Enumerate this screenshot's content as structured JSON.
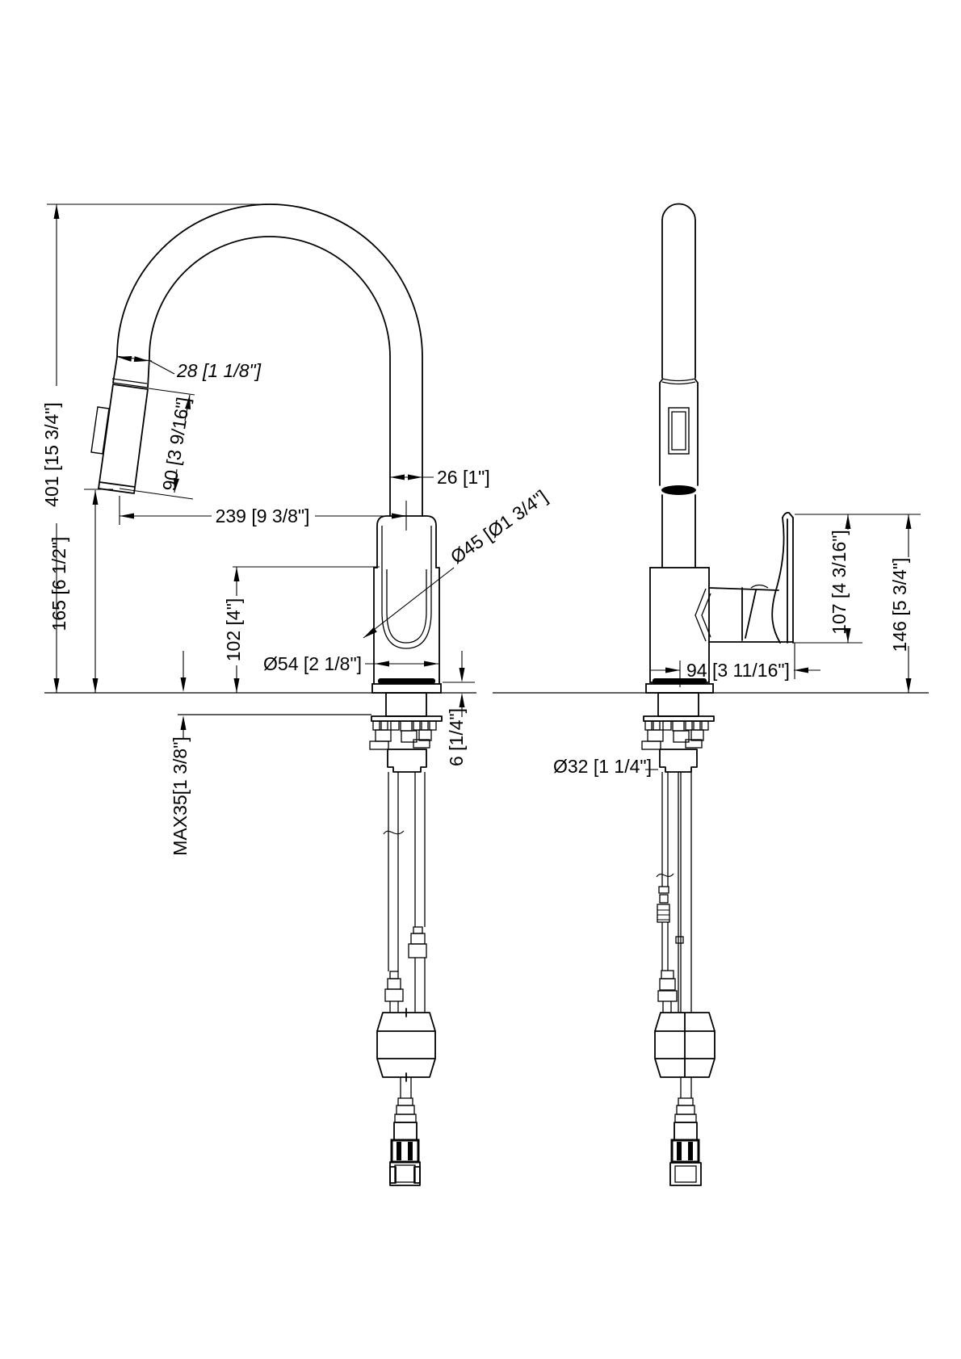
{
  "drawing": {
    "kind": "faucet installation dimension drawing",
    "colors": {
      "line": "#000000",
      "background": "#ffffff"
    },
    "dimensions": {
      "d401": "401 [15 3/4\"]",
      "d165": "165 [6 1/2\"]",
      "d102": "102 [4\"]",
      "dmax35": "MAX35[1 3/8\"]",
      "d90": "90 [3 9/16\"]",
      "d28": "28 [1 1/8\"]",
      "d239": "239 [9 3/8\"]",
      "d26": "26 [1\"]",
      "d45": "Ø45 [Ø1 3/4\"]",
      "d54": "Ø54 [2 1/8\"]",
      "d6": "6 [1/4\"]",
      "d94": "94 [3 11/16\"]",
      "d107": "107 [4 3/16\"]",
      "d146": "146 [5 3/4\"]",
      "d32": "Ø32 [1 1/4\"]"
    }
  }
}
